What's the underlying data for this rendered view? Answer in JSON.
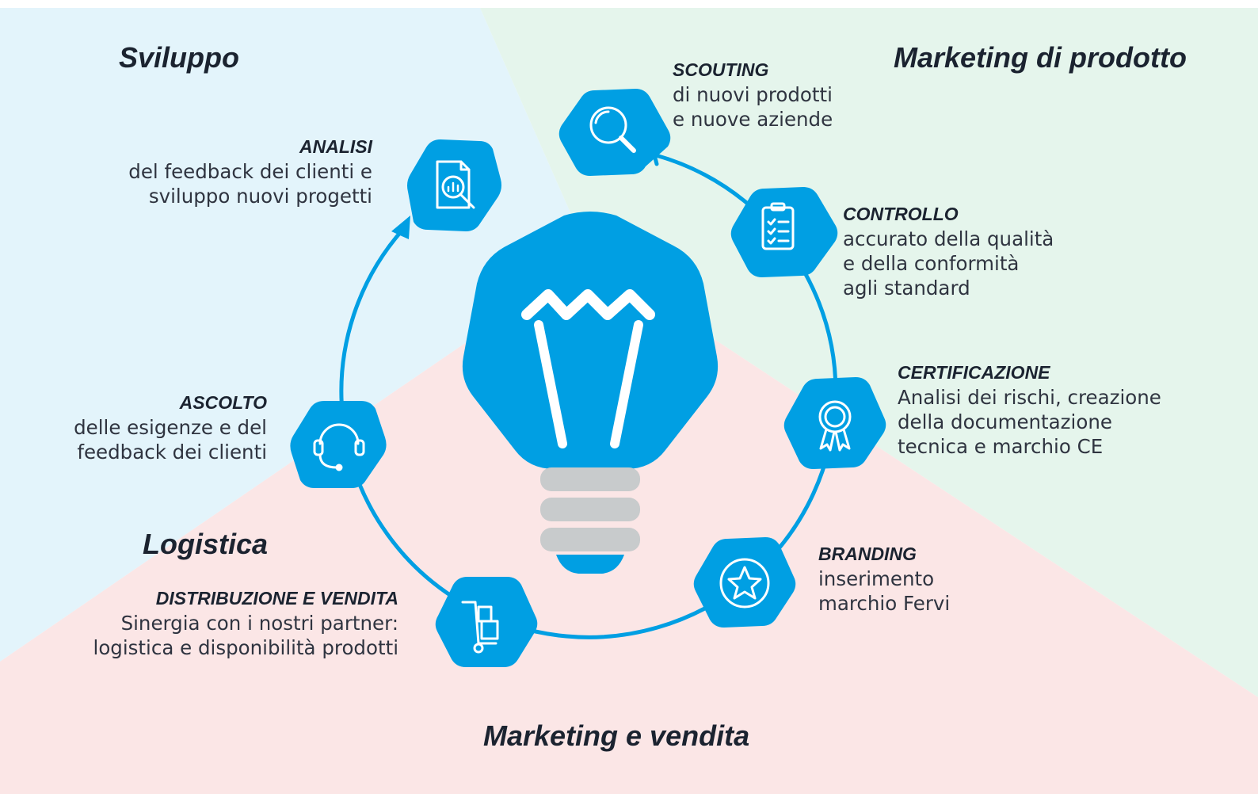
{
  "colors": {
    "accent": "#009fe3",
    "bg_sviluppo": "#e3f4fb",
    "bg_marketing_prodotto": "#e5f5ec",
    "bg_marketing_vendita": "#fbe6e6",
    "bulb_base": "#c8cbcc"
  },
  "sections": {
    "sviluppo": "Sviluppo",
    "marketing_prodotto": "Marketing di prodotto",
    "logistica": "Logistica",
    "marketing_vendita": "Marketing e vendita"
  },
  "steps": {
    "scouting": {
      "title": "SCOUTING",
      "lines": [
        "di nuovi prodotti",
        "e nuove aziende"
      ],
      "icon": "magnifier-icon"
    },
    "controllo": {
      "title": "CONTROLLO",
      "lines": [
        "accurato della qualità",
        "e della conformità",
        "agli standard"
      ],
      "icon": "checklist-icon"
    },
    "certificazione": {
      "title": "CERTIFICAZIONE",
      "lines": [
        "Analisi dei rischi, creazione",
        "della documentazione",
        "tecnica e marchio CE"
      ],
      "icon": "award-ribbon-icon"
    },
    "branding": {
      "title": "BRANDING",
      "lines": [
        "inserimento",
        "marchio Fervi"
      ],
      "icon": "star-badge-icon"
    },
    "distribuzione": {
      "title": "DISTRIBUZIONE E VENDITA",
      "lines": [
        "Sinergia con i nostri partner:",
        "logistica e disponibilità prodotti"
      ],
      "icon": "hand-truck-icon"
    },
    "ascolto": {
      "title": "ASCOLTO",
      "lines": [
        "delle esigenze e del",
        "feedback dei clienti"
      ],
      "icon": "headset-icon"
    },
    "analisi": {
      "title": "ANALISI",
      "lines": [
        "del feedback dei clienti e",
        "sviluppo nuovi progetti"
      ],
      "icon": "report-search-icon"
    }
  },
  "center_icon": "lightbulb-icon"
}
